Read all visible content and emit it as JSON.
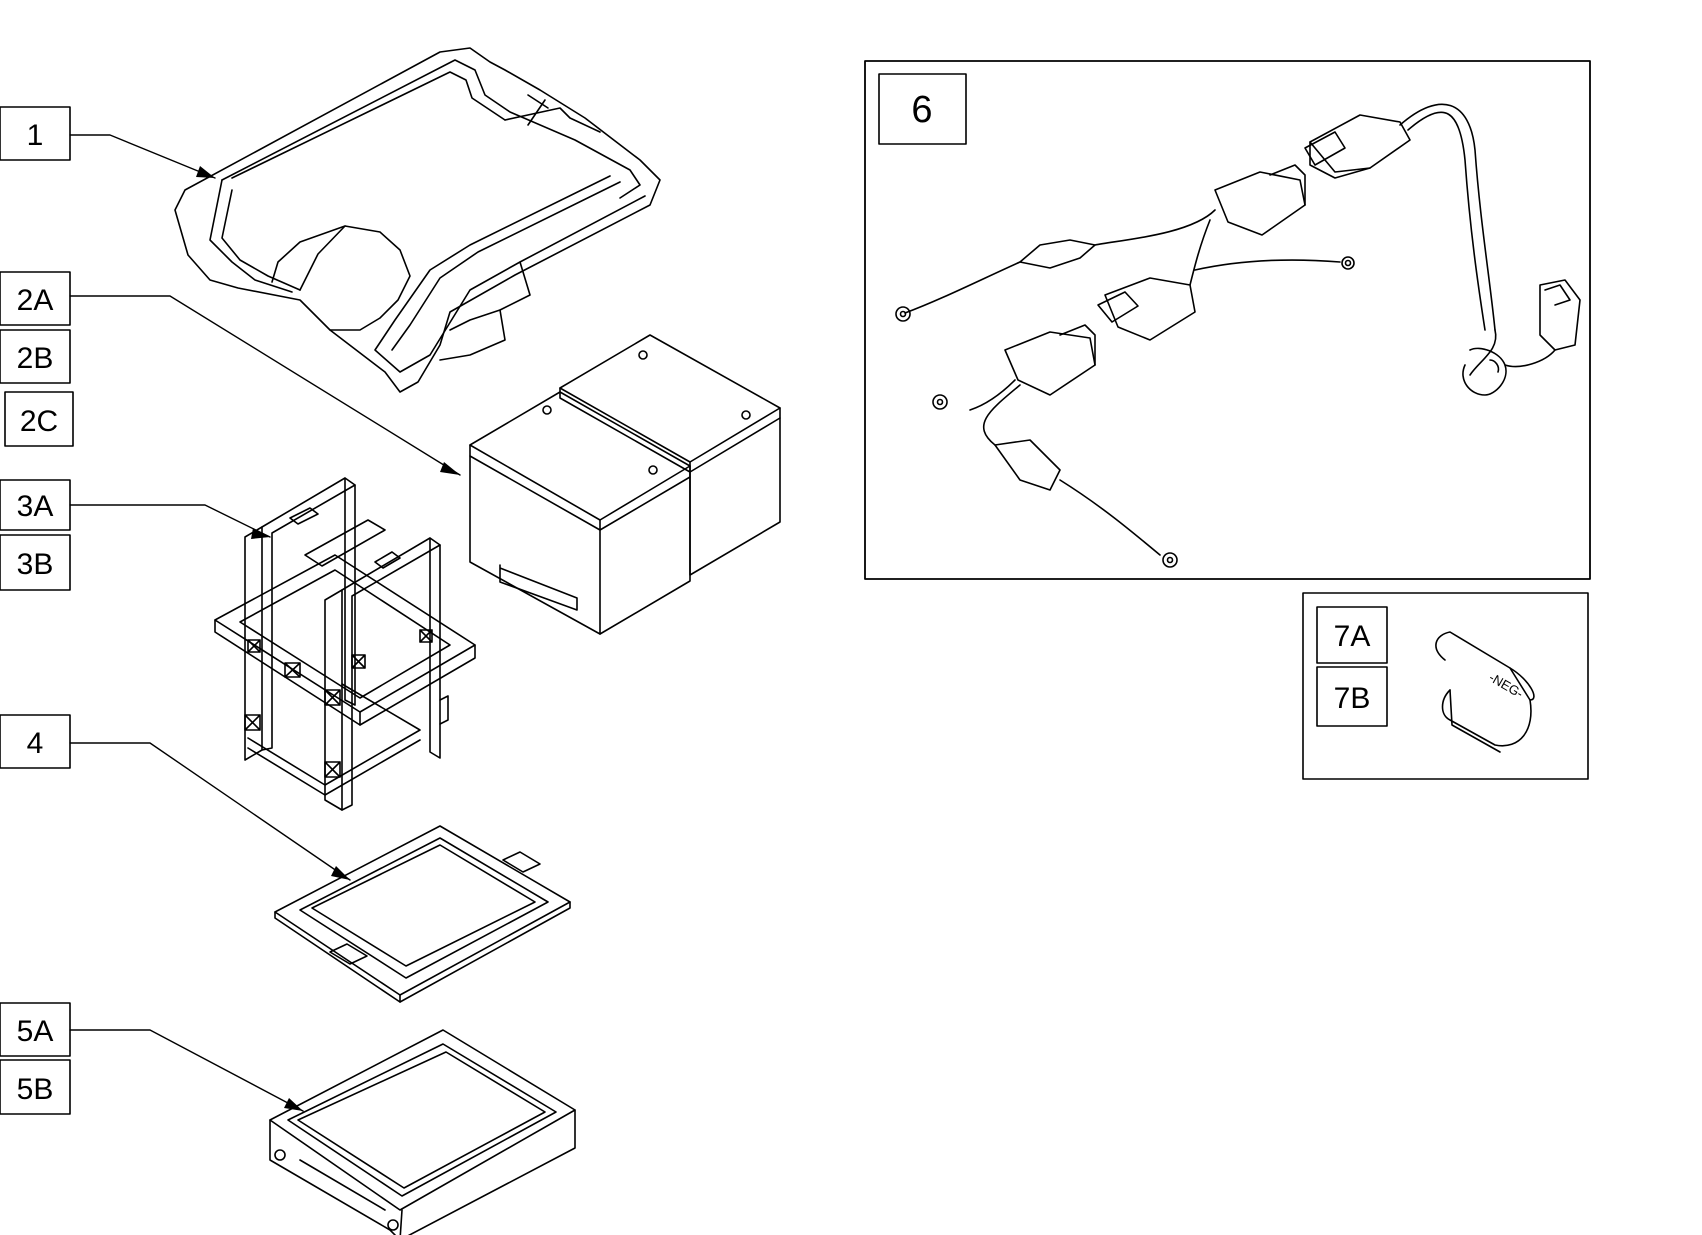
{
  "callouts": {
    "c1": "1",
    "c2a": "2A",
    "c2b": "2B",
    "c2c": "2C",
    "c3a": "3A",
    "c3b": "3B",
    "c4": "4",
    "c5a": "5A",
    "c5b": "5B",
    "c6": "6",
    "c7a": "7A",
    "c7b": "7B"
  },
  "terminal_cap_marking": "-NEG-",
  "colors": {
    "line": "#000000",
    "background": "#ffffff"
  }
}
